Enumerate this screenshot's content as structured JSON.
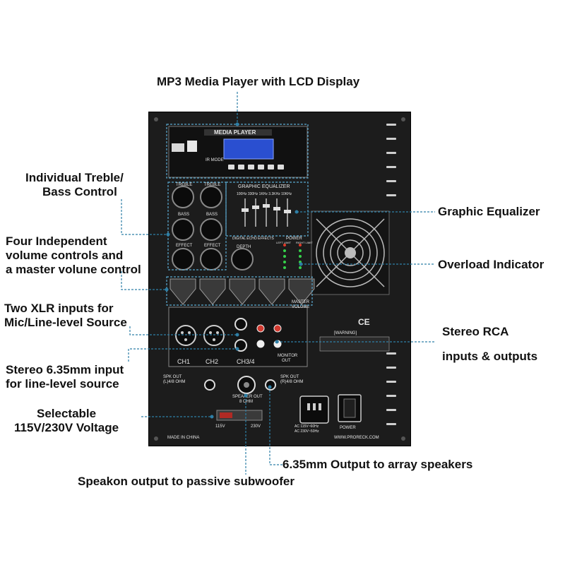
{
  "callouts": {
    "mp3": "MP3 Media Player with LCD Display",
    "treble_bass_1": "Individual Treble/",
    "treble_bass_2": "Bass Control",
    "volume_1": "Four Independent",
    "volume_2": "volume controls and",
    "volume_3": "a master volune control",
    "xlr_1": "Two XLR inputs for",
    "xlr_2": "Mic/Line-level Source",
    "stereo635_1": "Stereo 6.35mm input",
    "stereo635_2": "for line-level source",
    "voltage_1": "Selectable",
    "voltage_2": "115V/230V Voltage",
    "speakon": "Speakon output to passive subwoofer",
    "array": "6.35mm Output to array speakers",
    "graphic_eq": "Graphic Equalizer",
    "overload": "Overload Indicator",
    "rca_1": "Stereo RCA",
    "rca_2": "inputs & outputs"
  },
  "panel": {
    "media_player": "MEDIA PLAYER",
    "mode": "IR MODE",
    "treble_1": "TREBLE",
    "treble_2": "TREBLE",
    "bass_1": "BASS",
    "bass_2": "BASS",
    "effect_1": "EFFECT",
    "effect_2": "EFFECT",
    "graphic_equalizer": "GRAPHIC EQUALIZER",
    "eq_freqs": "100Hz 330Hz 1KHz 3.3KHz 10KHz",
    "digital_echo": "DIGITAL ECHO EFFECTS",
    "depth": "DEPTH",
    "power": "POWER",
    "left_limit": "LEFT LIMIT",
    "right_limit": "RIGHT LIMIT",
    "master_volume_1": "MASTER",
    "master_volume_2": "VOLUME",
    "ch1": "CH1",
    "ch2": "CH2",
    "ch34": "CH3/4",
    "monitor_out_1": "MONITOR",
    "monitor_out_2": "OUT",
    "warning": "[WARNING]",
    "spk_out_l_1": "SPK OUT",
    "spk_out_l_2": "(L)4/8 OHM",
    "speaker_out_1": "SPEAKER OUT",
    "speaker_out_2": "8 OHM",
    "spk_out_r_1": "SPK OUT",
    "spk_out_r_2": "(R)4/8 OHM",
    "v115": "115V",
    "v230": "230V",
    "ac_1": "AC 115V~60Hz",
    "ac_2": "AC 230V~50Hz",
    "power_switch": "POWER",
    "made_in": "MADE IN CHINA",
    "website": "WWW.PRORECK.COM",
    "ce": "CE"
  },
  "colors": {
    "leader": "#2e7fa6",
    "highlight_box": "#5aa9cf",
    "panel": "#1c1c1c",
    "lcd": "#2a4fd0",
    "led_green": "#35d04a",
    "led_red": "#e03a2a"
  }
}
